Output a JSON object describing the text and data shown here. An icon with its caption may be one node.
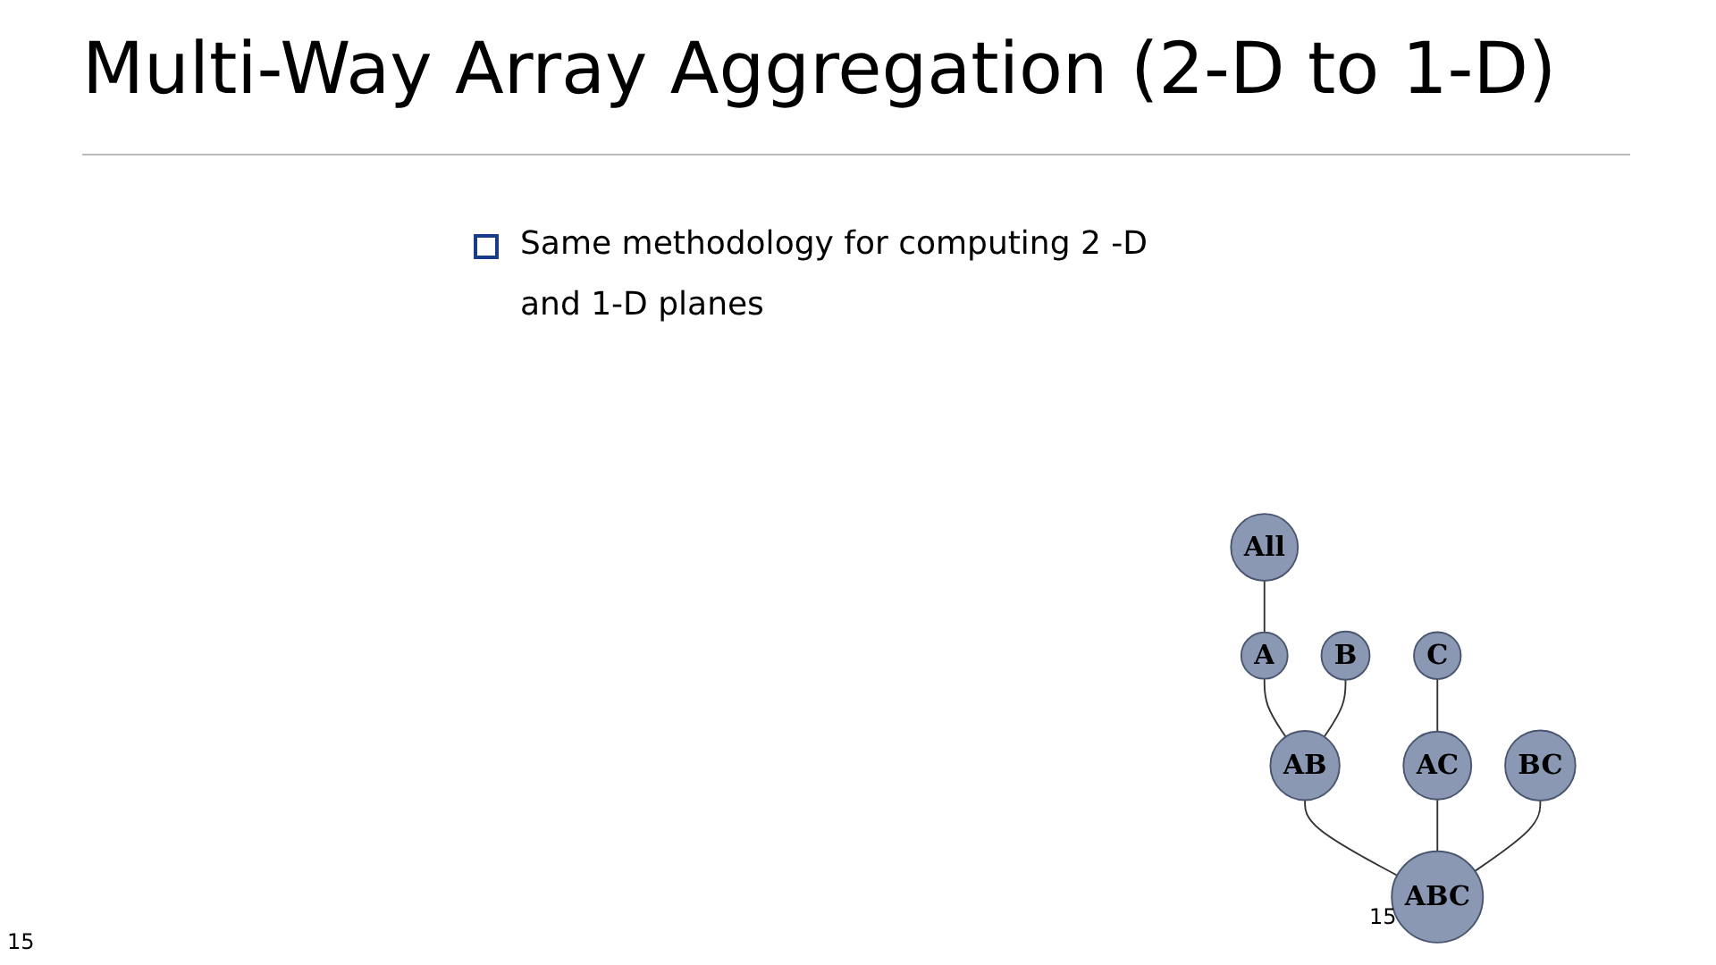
{
  "diagram": {
    "title": "Multi-Way Array Aggregation (2-D to 1-D)",
    "nodes": [
      {
        "text": [
          "All"
        ]
      },
      {
        "text": [
          "A"
        ]
      },
      {
        "text": [
          "B"
        ]
      },
      {
        "text": [
          "C"
        ]
      },
      {
        "text": [
          "AB"
        ]
      },
      {
        "text": [
          "AC"
        ]
      },
      {
        "text": [
          "BC"
        ]
      },
      {
        "text": [
          "ABC"
        ]
      }
    ],
    "edges": [
      {
        "from": 0,
        "to": 1,
        "arrow": "none"
      },
      {
        "from": 1,
        "to": 4,
        "arrow": "none"
      },
      {
        "from": 2,
        "to": 4,
        "arrow": "none"
      },
      {
        "from": 3,
        "to": 5,
        "arrow": "none"
      },
      {
        "from": 4,
        "to": 7,
        "arrow": "none"
      },
      {
        "from": 5,
        "to": 7,
        "arrow": "none"
      },
      {
        "from": 6,
        "to": 7,
        "arrow": "none"
      }
    ],
    "labels": [
      "Same methodology for computing 2 -D and 1-D planes",
      "15",
      "15"
    ]
  }
}
